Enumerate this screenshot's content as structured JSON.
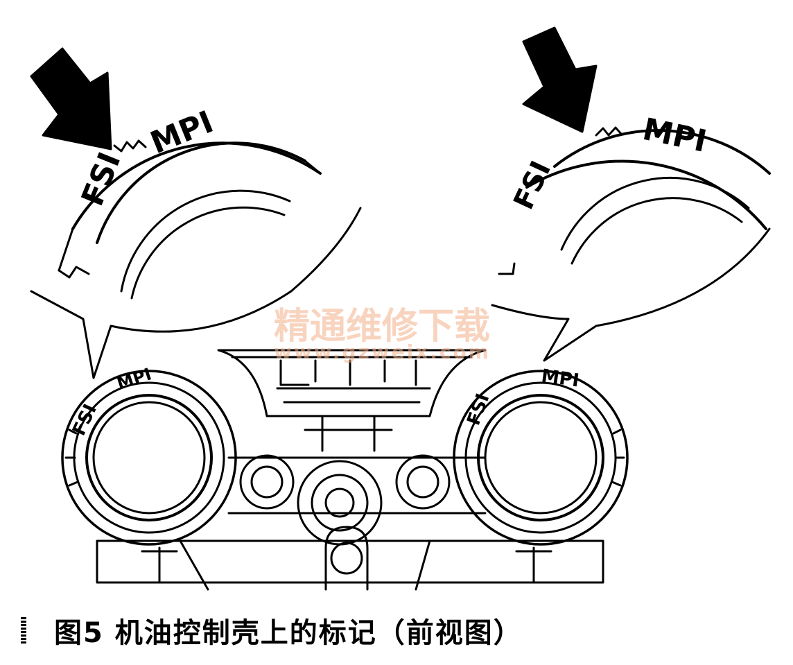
{
  "labels": {
    "fsi": "FSI",
    "mpi": "MPI"
  },
  "watermark": {
    "title": "精通维修下载",
    "url": "www.gzweix.com"
  },
  "caption": "图5  机油控制壳上的标记（前视图）"
}
